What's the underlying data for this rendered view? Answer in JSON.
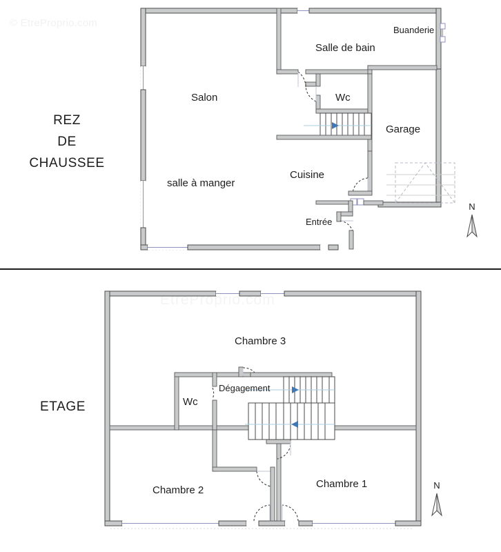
{
  "document": {
    "type": "real-estate-floor-plan",
    "watermark": "© EtreProprio.com",
    "watermark_center": "EtreProprio.com"
  },
  "floors": [
    {
      "id": "rez-de-chaussee",
      "label_lines": [
        "REZ",
        "DE",
        "CHAUSSEE"
      ],
      "label_text": "REZ DE CHAUSSEE",
      "compass": {
        "label": "N",
        "icon": "compass-north-arrow-icon"
      },
      "rooms": [
        {
          "id": "salon",
          "name": "Salon"
        },
        {
          "id": "salle-de-bain",
          "name": "Salle de bain"
        },
        {
          "id": "buanderie",
          "name": "Buanderie"
        },
        {
          "id": "wc",
          "name": "Wc"
        },
        {
          "id": "garage",
          "name": "Garage"
        },
        {
          "id": "cuisine",
          "name": "Cuisine"
        },
        {
          "id": "salle-a-manger",
          "name": "salle à manger"
        },
        {
          "id": "entree",
          "name": "Entrée"
        }
      ]
    },
    {
      "id": "etage",
      "label_lines": [
        "ETAGE"
      ],
      "label_text": "ETAGE",
      "compass": {
        "label": "N",
        "icon": "compass-north-arrow-icon"
      },
      "rooms": [
        {
          "id": "chambre-3",
          "name": "Chambre 3"
        },
        {
          "id": "wc-etage",
          "name": "Wc"
        },
        {
          "id": "degagement",
          "name": "Dégagement"
        },
        {
          "id": "chambre-2",
          "name": "Chambre 2"
        },
        {
          "id": "chambre-1",
          "name": "Chambre 1"
        }
      ]
    }
  ],
  "colors": {
    "wall_fill": "#c8cacb",
    "wall_stroke": "#4a4a4a",
    "glazing": "#8f90bd",
    "stair_arrow": "#4178b4",
    "stair_axis": "#a9cfe0",
    "divider": "#1d1d1d",
    "text": "#1d1d1d",
    "watermark": "#f1f1f1",
    "background": "#ffffff"
  }
}
